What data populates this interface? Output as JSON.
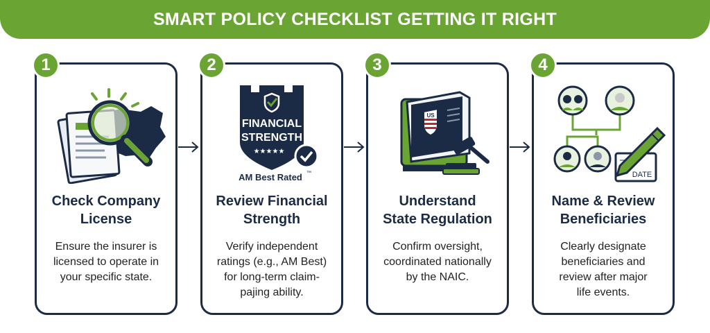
{
  "banner": {
    "title": "SMART POLICY CHECKLIST GETTING IT RIGHT"
  },
  "colors": {
    "accent": "#6aa533",
    "navy": "#1c2b45"
  },
  "steps": [
    {
      "number": "1",
      "title_line1": "Check Company",
      "title_line2": "License",
      "desc_line1": "Ensure the insurer is",
      "desc_line2": "licensed to operate in",
      "desc_line3": "your specific state.",
      "desc_line4": "",
      "icon": "magnifier-over-us-map-icon"
    },
    {
      "number": "2",
      "title_line1": "Review Financial",
      "title_line2": "Strength",
      "desc_line1": "Verify independent",
      "desc_line2": "ratings (e.g., AM Best)",
      "desc_line3": "for long-term claim-",
      "desc_line4": "pajing ability.",
      "icon": "fortress-shield-icon",
      "shield_line1": "FINANCIAL",
      "shield_line2": "STRENGTH",
      "shield_caption": "AM Best Rated",
      "shield_tm": "™"
    },
    {
      "number": "3",
      "title_line1": "Understand",
      "title_line2": "State Regulation",
      "desc_line1": "Confirm oversight,",
      "desc_line2": "coordinated nationally",
      "desc_line3": "by the NAIC.",
      "desc_line4": "",
      "icon": "law-book-gavel-icon",
      "book_label": "US"
    },
    {
      "number": "4",
      "title_line1": "Name & Review",
      "title_line2": "Beneficiaries",
      "desc_line1": "Clearly designate",
      "desc_line2": "beneficiaries and",
      "desc_line3": "review after major",
      "desc_line4": "life events.",
      "icon": "family-tree-pencil-icon",
      "doc_label": "DATE"
    }
  ]
}
